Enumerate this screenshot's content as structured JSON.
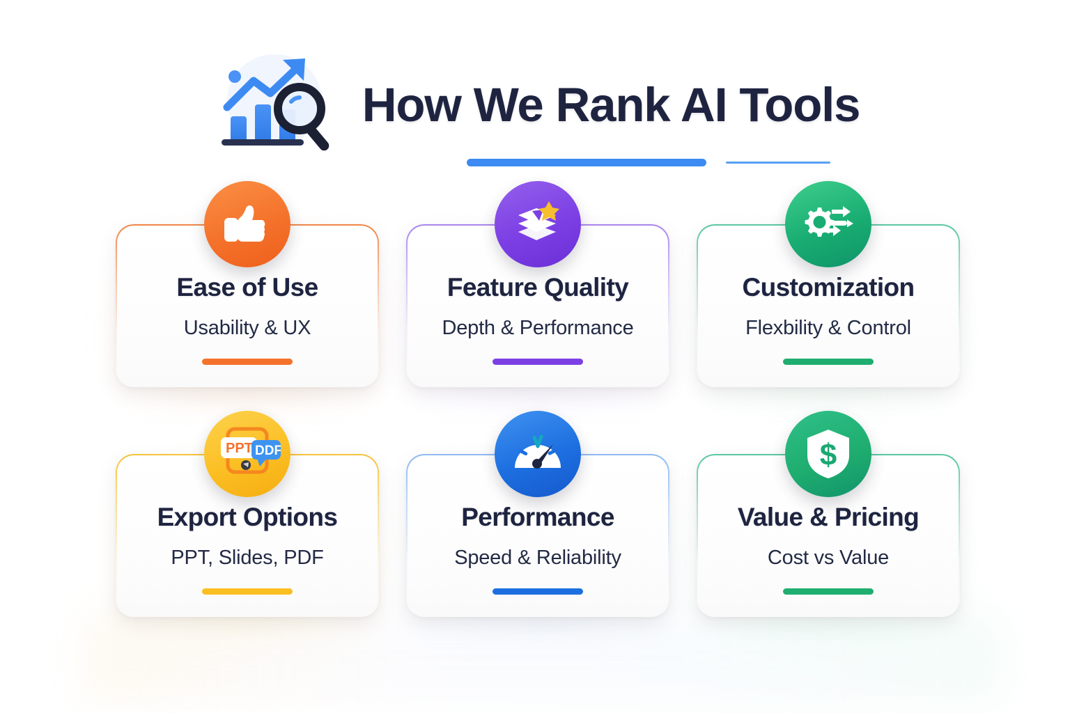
{
  "header": {
    "title": "How We Rank AI Tools",
    "icon": "chart-magnifier-icon",
    "underline_thick_color": "#3d8bf2",
    "underline_thin_color": "#57a0f5"
  },
  "colors": {
    "background": "#ffffff",
    "title_text": "#1e2440",
    "card_title_text": "#1e2440",
    "card_sub_text": "#222a44",
    "card_surface": "#ffffff"
  },
  "cards": [
    {
      "id": "ease-of-use",
      "title": "Ease of Use",
      "subtitle": "Usability & UX",
      "icon": "thumbs-up-icon",
      "accent": "#f4722b",
      "accent_light": "#fb8f45",
      "glow": "#fbe3d2",
      "border": "#f08a4e"
    },
    {
      "id": "feature-quality",
      "title": "Feature Quality",
      "subtitle": "Depth & Performance",
      "icon": "layers-star-icon",
      "accent": "#7c3fe4",
      "accent_light": "#9460ec",
      "glow": "#e6dcfb",
      "border": "#a985ef"
    },
    {
      "id": "customization",
      "title": "Customization",
      "subtitle": "Flexbility & Control",
      "icon": "gear-flow-icon",
      "accent": "#1fae6f",
      "accent_light": "#36c489",
      "glow": "#d4f2e6",
      "border": "#59c7a2"
    },
    {
      "id": "export-options",
      "title": "Export Options",
      "subtitle": "PPT, Slides, PDF",
      "icon": "file-formats-icon",
      "accent": "#fbbf24",
      "accent_light": "#fdd24d",
      "glow": "#fcefcf",
      "border": "#f5c council"
    },
    {
      "id": "performance",
      "title": "Performance",
      "subtitle": "Speed & Reliability",
      "icon": "speedometer-icon",
      "accent": "#1d6fe0",
      "accent_light": "#3f92f0",
      "glow": "#d8e6fb",
      "border": "#8fb9f2"
    },
    {
      "id": "value-pricing",
      "title": "Value & Pricing",
      "subtitle": "Cost vs Value",
      "icon": "shield-dollar-icon",
      "accent": "#1fae6f",
      "accent_light": "#2fc08a",
      "glow": "#d4f2e6",
      "border": "#59c7a2"
    }
  ],
  "icon_labels": {
    "ppt": "PPT",
    "ddf": "DDF"
  }
}
